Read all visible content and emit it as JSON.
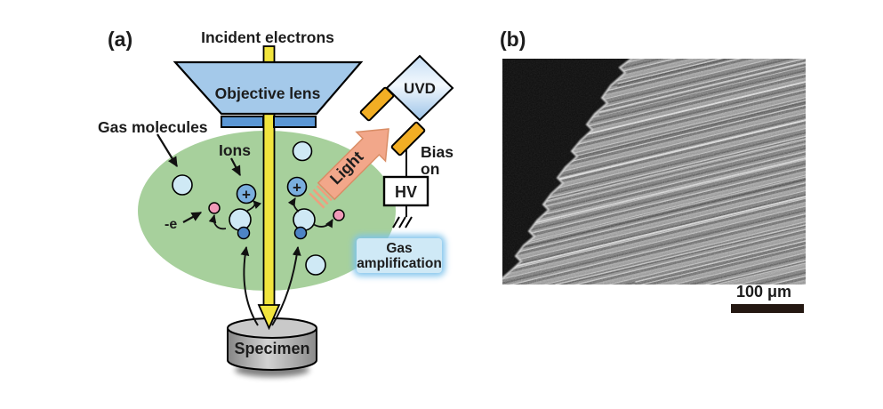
{
  "figure": {
    "panel_a": {
      "label": "(a)",
      "incident_electrons": "Incident electrons",
      "objective_lens": "Objective lens",
      "gas_molecules": "Gas molecules",
      "ions": "Ions",
      "electron": "-e",
      "ion_charge": "+",
      "light": "Light",
      "uvd": "UVD",
      "bias_line1": "Bias",
      "bias_line2": "on",
      "hv": "HV",
      "gas_amplification_line1": "Gas",
      "gas_amplification_line2": "amplification",
      "specimen": "Specimen"
    },
    "panel_b": {
      "label": "(b)",
      "scale_label": "100 μm"
    },
    "colors": {
      "lens_blue": "#a4c9ea",
      "aperture_blue": "#5b97d5",
      "beam_yellow": "#f2e53e",
      "gas_region_green": "#a7d09c",
      "molecule_blue": "#cfe9f5",
      "ion_blue": "#7aaede",
      "electron_pink": "#f09ab8",
      "secondary_electron_blue": "#4d84c4",
      "light_arrow_salmon": "#f2a78a",
      "photon_guide_gold": "#f2ae24",
      "uvd_fill_light": "#f2f8fd",
      "uvd_fill_dark": "#9cc3e8",
      "gas_amp_box": "#cfe9f6",
      "gas_amp_glow": "#7ec3ec",
      "specimen_gray": "#c9c9c9",
      "scale_bar": "#241812"
    }
  }
}
